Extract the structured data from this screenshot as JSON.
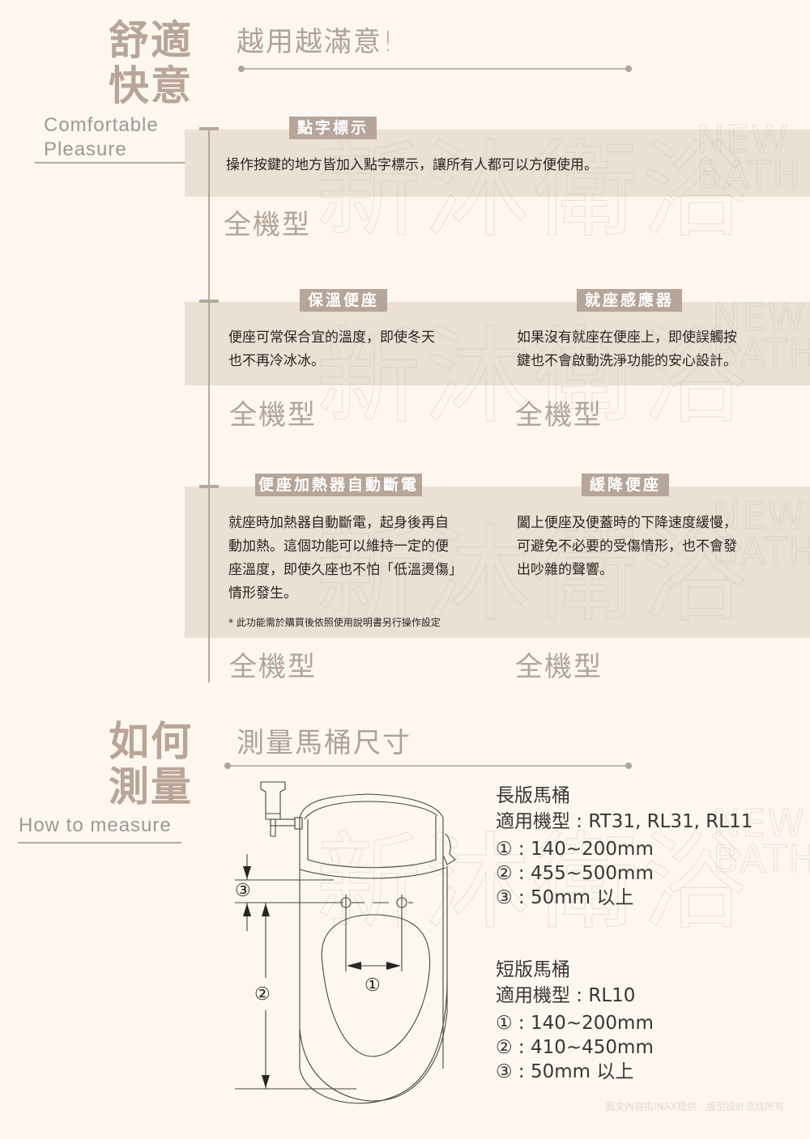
{
  "watermark": {
    "chinese": "新沐衛浴",
    "english_1": "NEW",
    "english_2": "BATH"
  },
  "section_comfort": {
    "title_line1": "舒適",
    "title_line2": "快意",
    "english_line1": "Comfortable",
    "english_line2": "Pleasure",
    "heading": "越用越滿意!",
    "features": [
      {
        "badge": "點字標示",
        "description": "操作按鍵的地方皆加入點字標示，讓所有人都可以方便使用。",
        "model": "全機型"
      },
      {
        "badge": "保溫便座",
        "description_line1": "便座可常保合宜的溫度，即使冬天",
        "description_line2": "也不再冷冰冰。",
        "model": "全機型"
      },
      {
        "badge": "就座感應器",
        "description_line1": "如果沒有就座在便座上，即使誤觸按",
        "description_line2": "鍵也不會啟動洗淨功能的安心設計。",
        "model": "全機型"
      },
      {
        "badge": "便座加熱器自動斷電",
        "description_line1": "就座時加熱器自動斷電，起身後再自",
        "description_line2": "動加熱。這個功能可以維持一定的便",
        "description_line3": "座溫度，即使久座也不怕「低溫燙傷」",
        "description_line4": "情形發生。",
        "note": "* 此功能需於購買後依照使用說明書另行操作設定",
        "model": "全機型"
      },
      {
        "badge": "緩降便座",
        "description_line1": "闔上便座及便蓋時的下降速度緩慢，",
        "description_line2": "可避免不必要的受傷情形，也不會發",
        "description_line3": "出吵雜的聲響。",
        "model": "全機型"
      }
    ]
  },
  "section_measure": {
    "title_line1": "如何",
    "title_line2": "測量",
    "english": "How to measure",
    "heading": "測量馬桶尺寸",
    "diagram_labels": {
      "dim1": "①",
      "dim2": "②",
      "dim3": "③"
    },
    "long_toilet": {
      "title": "長版馬桶",
      "models": "適用機型 : RT31, RL31, RL11",
      "dim1": "① : 140~200mm",
      "dim2": "② : 455~500mm",
      "dim3": "③ : 50mm 以上"
    },
    "short_toilet": {
      "title": "短版馬桶",
      "models": "適用機型 : RL10",
      "dim1": "① : 140~200mm",
      "dim2": "② : 410~450mm",
      "dim3": "③ : 50mm 以上"
    }
  },
  "footer": {
    "credit": "圖文內容由INAX提供．版型設計忠欣所有"
  },
  "colors": {
    "background": "#fdf7f0",
    "band": "#ebe0d4",
    "accent": "#b6a599",
    "text": "#2a2522"
  }
}
